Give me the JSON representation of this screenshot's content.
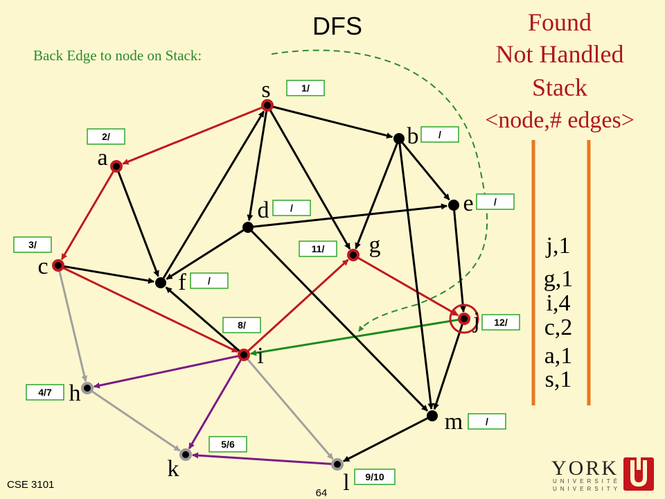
{
  "slide": {
    "title": "DFS",
    "legend": [
      "Found",
      "Not Handled",
      "Stack",
      "<node,# edges>"
    ],
    "back_edge_note": "Back Edge to node on Stack:",
    "stack": [
      "j,1",
      "g,1",
      "i,4",
      "c,2",
      "a,1",
      "s,1"
    ],
    "footer": "CSE 3101",
    "page_number": "64",
    "logo": {
      "word": "YORK",
      "line1": "UNIVERSITÉ",
      "line2": "UNIVERSITY"
    }
  },
  "colors": {
    "background": "#fdf7cf",
    "tree_edge_red": "#c0191f",
    "handled_edge_gray": "#a0a0a0",
    "cross_edge_purple": "#7b1a86",
    "back_edge_green": "#1a8a1a",
    "unexplored_edge": "#000000",
    "found_text": "#c0191f",
    "legend_text": "#b0161c",
    "stack_bar": "#e87722",
    "label_box_border": "#2aa52a",
    "label_box_fill": "#ffffff",
    "note_text": "#2a8a2a",
    "dashed_arrow": "#2a8a2a",
    "logo_red": "#c4161c"
  },
  "nodes": [
    {
      "id": "s",
      "label": "s",
      "time": "1/",
      "state": "stack"
    },
    {
      "id": "a",
      "label": "a",
      "time": "2/",
      "state": "stack"
    },
    {
      "id": "b",
      "label": "b",
      "time": "/",
      "state": "new"
    },
    {
      "id": "c",
      "label": "c",
      "time": "3/",
      "state": "stack"
    },
    {
      "id": "d",
      "label": "d",
      "time": "/",
      "state": "new"
    },
    {
      "id": "e",
      "label": "e",
      "time": "/",
      "state": "new"
    },
    {
      "id": "f",
      "label": "f",
      "time": "/",
      "state": "new"
    },
    {
      "id": "g",
      "label": "g",
      "time": "11/",
      "state": "stack"
    },
    {
      "id": "h",
      "label": "h",
      "time": "4/7",
      "state": "done"
    },
    {
      "id": "i",
      "label": "i",
      "time": "8/",
      "state": "stack"
    },
    {
      "id": "j",
      "label": "j",
      "time": "12/",
      "state": "current"
    },
    {
      "id": "k",
      "label": "k",
      "time": "5/6",
      "state": "done"
    },
    {
      "id": "l",
      "label": "l",
      "time": "9/10",
      "state": "done"
    },
    {
      "id": "m",
      "label": "m",
      "time": "/",
      "state": "new"
    }
  ],
  "edges": [
    {
      "from": "s",
      "to": "a",
      "kind": "tree"
    },
    {
      "from": "a",
      "to": "c",
      "kind": "tree"
    },
    {
      "from": "c",
      "to": "i",
      "kind": "tree"
    },
    {
      "from": "i",
      "to": "g",
      "kind": "tree"
    },
    {
      "from": "g",
      "to": "j",
      "kind": "tree"
    },
    {
      "from": "c",
      "to": "h",
      "kind": "handled"
    },
    {
      "from": "h",
      "to": "k",
      "kind": "handled"
    },
    {
      "from": "i",
      "to": "l",
      "kind": "handled"
    },
    {
      "from": "i",
      "to": "h",
      "kind": "cross"
    },
    {
      "from": "i",
      "to": "k",
      "kind": "cross"
    },
    {
      "from": "l",
      "to": "k",
      "kind": "cross"
    },
    {
      "from": "j",
      "to": "i",
      "kind": "back"
    },
    {
      "from": "s",
      "to": "b",
      "kind": "unexplored"
    },
    {
      "from": "s",
      "to": "d",
      "kind": "unexplored"
    },
    {
      "from": "s",
      "to": "g",
      "kind": "unexplored"
    },
    {
      "from": "a",
      "to": "f",
      "kind": "unexplored"
    },
    {
      "from": "c",
      "to": "f",
      "kind": "unexplored"
    },
    {
      "from": "f",
      "to": "s",
      "kind": "unexplored"
    },
    {
      "from": "d",
      "to": "f",
      "kind": "unexplored"
    },
    {
      "from": "d",
      "to": "e",
      "kind": "unexplored"
    },
    {
      "from": "d",
      "to": "m",
      "kind": "unexplored"
    },
    {
      "from": "b",
      "to": "e",
      "kind": "unexplored"
    },
    {
      "from": "b",
      "to": "g",
      "kind": "unexplored"
    },
    {
      "from": "b",
      "to": "m",
      "kind": "unexplored"
    },
    {
      "from": "e",
      "to": "j",
      "kind": "unexplored"
    },
    {
      "from": "i",
      "to": "f",
      "kind": "unexplored"
    },
    {
      "from": "j",
      "to": "m",
      "kind": "unexplored"
    },
    {
      "from": "m",
      "to": "l",
      "kind": "unexplored"
    }
  ]
}
